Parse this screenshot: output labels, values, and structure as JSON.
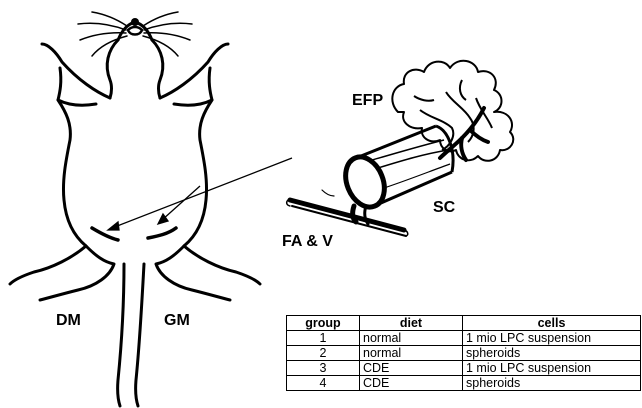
{
  "labels": {
    "efp": "EFP",
    "sc": "SC",
    "fav": "FA & V",
    "dm": "DM",
    "gm": "GM"
  },
  "table": {
    "headers": {
      "group": "group",
      "diet": "diet",
      "cells": "cells"
    },
    "rows": [
      {
        "group": "1",
        "diet": "normal",
        "cells": "1 mio LPC suspension"
      },
      {
        "group": "2",
        "diet": "normal",
        "cells": "spheroids"
      },
      {
        "group": "3",
        "diet": "CDE",
        "cells": "1 mio LPC suspension"
      },
      {
        "group": "4",
        "diet": "CDE",
        "cells": "spheroids"
      }
    ]
  }
}
